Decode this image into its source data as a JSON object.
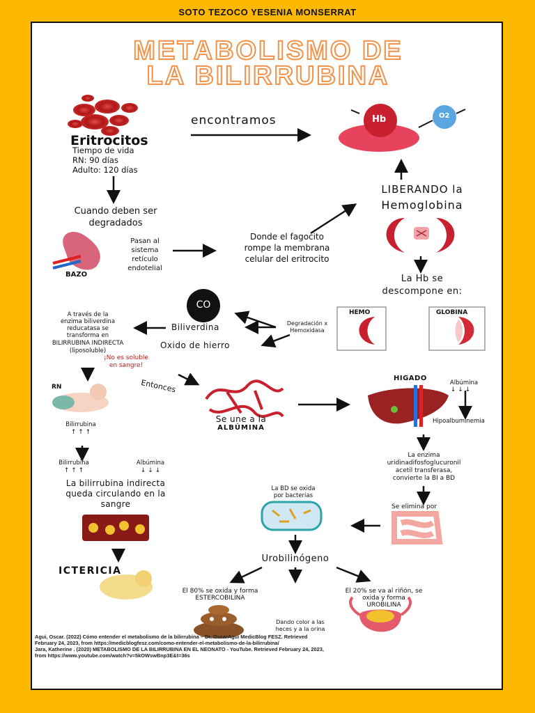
{
  "author": "SOTO TEZOCO YESENIA MONSERRAT",
  "title": {
    "line1": "METABOLISMO DE",
    "line2": "LA BILIRRUBINA"
  },
  "eritrocitos": {
    "heading": "Eritrocitos",
    "life": "Tiempo de vida",
    "rn": "RN: 90 días",
    "adulto": "Adulto: 120 días"
  },
  "encontramos": "encontramos",
  "hb_label": "Hb",
  "o2_label": "O2",
  "cuando": {
    "line1": "Cuando deben ser",
    "line2": "degradados"
  },
  "bazo": "BAZO",
  "pasan": {
    "line1": "Pasan al",
    "line2": "sistema",
    "line3": "retículo",
    "line4": "endotelial"
  },
  "donde": {
    "line1": "Donde el fagocito",
    "line2": "rompe la membrana",
    "line3": "celular del eritrocito"
  },
  "liberando": {
    "line1": "LIBERANDO la",
    "line2": "Hemoglobina"
  },
  "descompone": {
    "line1": "La Hb se",
    "line2": "descompone en:"
  },
  "hemo": "HEMO",
  "globina": "GLOBINA",
  "co": "CO",
  "degradacion": {
    "line1": "Degradación x",
    "line2": "Hemoxidasa"
  },
  "biliverdina": "Biliverdina",
  "oxido": "Oxido de hierro",
  "atraves": {
    "line1": "A través de la",
    "line2": "enzima biliverdina",
    "line3": "reducatasa se",
    "line4": "transforma en",
    "line5": "BILIRRUBINA INDIRECTA",
    "line6": "(liposoluble)"
  },
  "no_soluble": {
    "line1": "¡No es soluble",
    "line2": "en sangre!"
  },
  "rn": "RN",
  "entonces": "Entonces",
  "bilirrubina_up": "Bilirrubina",
  "arrows_up": "↑ ↑ ↑",
  "se_une": {
    "line1": "Se une a la",
    "line2": "ALBÚMINA"
  },
  "higado": "HIGADO",
  "albumina_down": "Albúmina",
  "arrows_down": "↓ ↓ ↓",
  "hipoalbuminemia": "Hipoalbuminemia",
  "bilirrubina2": "Bilirrubina",
  "albumina2": "Albúmina",
  "circulando": {
    "line1": "La bilirrubina indirecta",
    "line2": "queda circulando en la",
    "line3": "sangre"
  },
  "enzima": {
    "line1": "La enzima",
    "line2": "uridinadifosfoglucuronil",
    "line3": "acetil transferasa,",
    "line4": "convierte la BI a BD"
  },
  "bd_oxida": {
    "line1": "La BD se oxida",
    "line2": "por bacterias"
  },
  "elimina": "Se elimina por",
  "ictericia": "ICTERICIA",
  "urobilinogeno": "Urobilinógeno",
  "ochenta": {
    "line1": "El 80% se oxida y forma",
    "line2": "ESTERCOBILINA"
  },
  "veinte": {
    "line1": "El 20% se va al riñón, se",
    "line2": "oxida y forma",
    "line3": "UROBILINA"
  },
  "dando": {
    "line1": "Dando color a las",
    "line2": "heces y a la orina"
  },
  "refs": {
    "r1": "Agui, Oscar. (2022) Cómo entender el metabolismo de la bilirrubina – Dr. OscarAgui MedicBlog FESZ. Retrieved",
    "r2": "February 24, 2023, from https://medicblogfesz.com/como-entender-el-metabolismo-de-la-bilirrubina/",
    "r3": "Jara, Katherine . (2020) METABOLISMO DE LA BILIRRUBINA EN EL NEONATO - YouTube. Retrieved February 24, 2023,",
    "r4": "from https://www.youtube.com/watch?v=5kOWswBnp3E&t=36s"
  }
}
